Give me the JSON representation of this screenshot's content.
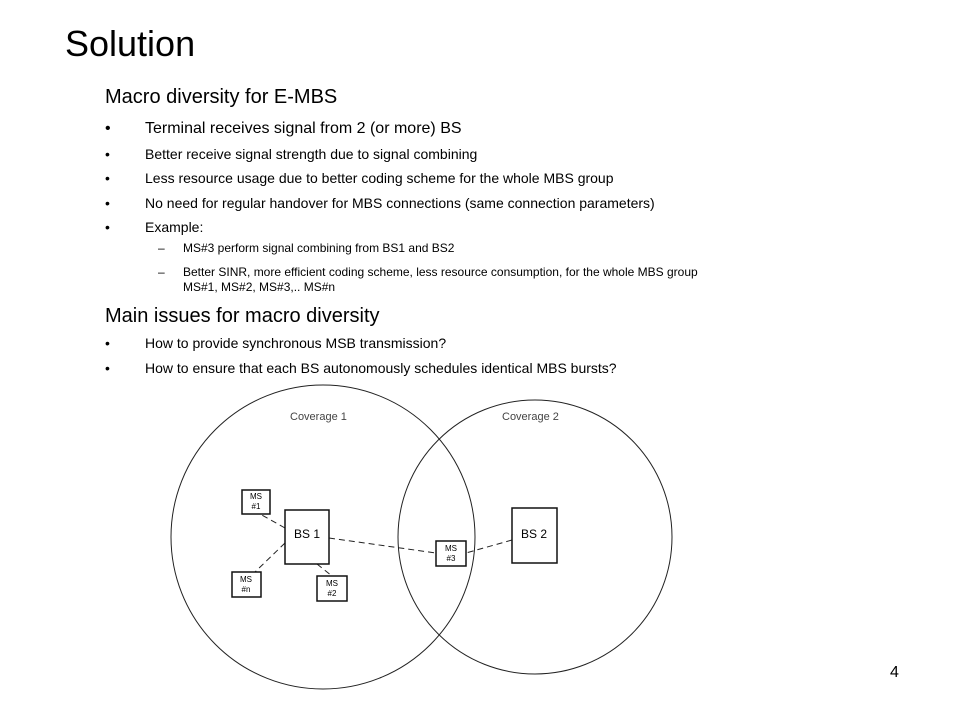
{
  "slide": {
    "title": "Solution",
    "page_number": "4"
  },
  "section1": {
    "heading": "Macro diversity for E-MBS",
    "bullets": [
      "Terminal receives signal from 2 (or more) BS",
      "Better receive signal strength due to signal combining",
      "Less resource usage due to better coding scheme for the whole MBS group",
      "No need for regular handover for MBS connections (same connection parameters)",
      "Example:"
    ],
    "sub_bullets": [
      {
        "line1": "MS#3 perform signal combining from BS1 and BS2",
        "line2": ""
      },
      {
        "line1": "Better SINR, more efficient coding scheme, less resource consumption, for the whole MBS group",
        "line2": "MS#1, MS#2, MS#3,.. MS#n"
      }
    ]
  },
  "section2": {
    "heading": "Main issues for macro diversity",
    "bullets": [
      "How to provide synchronous MSB transmission?",
      "How to ensure that each BS autonomously schedules identical MBS bursts?"
    ]
  },
  "diagram": {
    "coverage1_label": "Coverage 1",
    "coverage2_label": "Coverage 2",
    "bs1_label": "BS 1",
    "bs2_label": "BS 2",
    "ms1_label": [
      "MS",
      "#1"
    ],
    "ms2_label": [
      "MS",
      "#2"
    ],
    "ms3_label": [
      "MS",
      "#3"
    ],
    "msn_label": [
      "MS",
      "#n"
    ]
  },
  "bullet_symbol": "•",
  "dash_symbol": "–"
}
